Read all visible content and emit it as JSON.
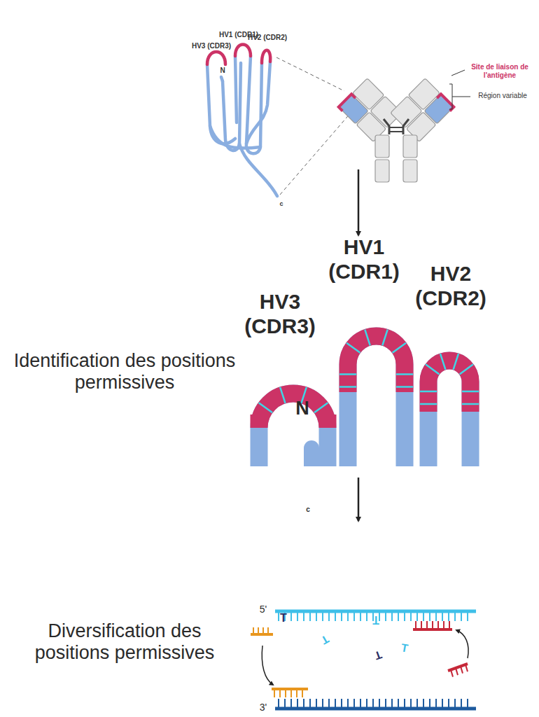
{
  "diagram": {
    "labels": [
      "HV3 (CDR3)",
      "HV1 (CDR1)",
      "HV2 (CDR2)",
      "N",
      "c",
      "Site de liaison de l'antigène",
      "Région variable",
      "HV3 (CDR3)",
      "HV1 (CDR1)",
      "HV2 (CDR2)",
      "N",
      "c",
      "Identification des positions permissives",
      "Diversification des positions permissives",
      "5'",
      "3'",
      "T",
      "T",
      "T",
      "T",
      "T"
    ]
  }
}
